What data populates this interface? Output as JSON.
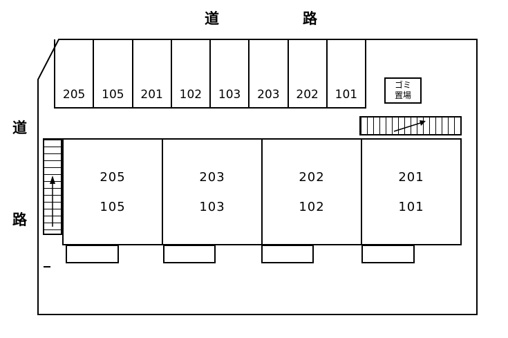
{
  "roads": {
    "top_left_label": "道",
    "top_right_label": "路",
    "left_upper_label": "道",
    "left_lower_label": "路"
  },
  "parking": {
    "spaces": [
      "205",
      "105",
      "201",
      "102",
      "103",
      "203",
      "202",
      "101"
    ]
  },
  "garbage": {
    "line1": "ゴミ",
    "line2": "置場"
  },
  "building": {
    "units": [
      {
        "upper": "205",
        "lower": "105"
      },
      {
        "upper": "203",
        "lower": "103"
      },
      {
        "upper": "202",
        "lower": "102"
      },
      {
        "upper": "201",
        "lower": "101"
      }
    ]
  },
  "colors": {
    "line": "#000000",
    "background": "#ffffff"
  }
}
